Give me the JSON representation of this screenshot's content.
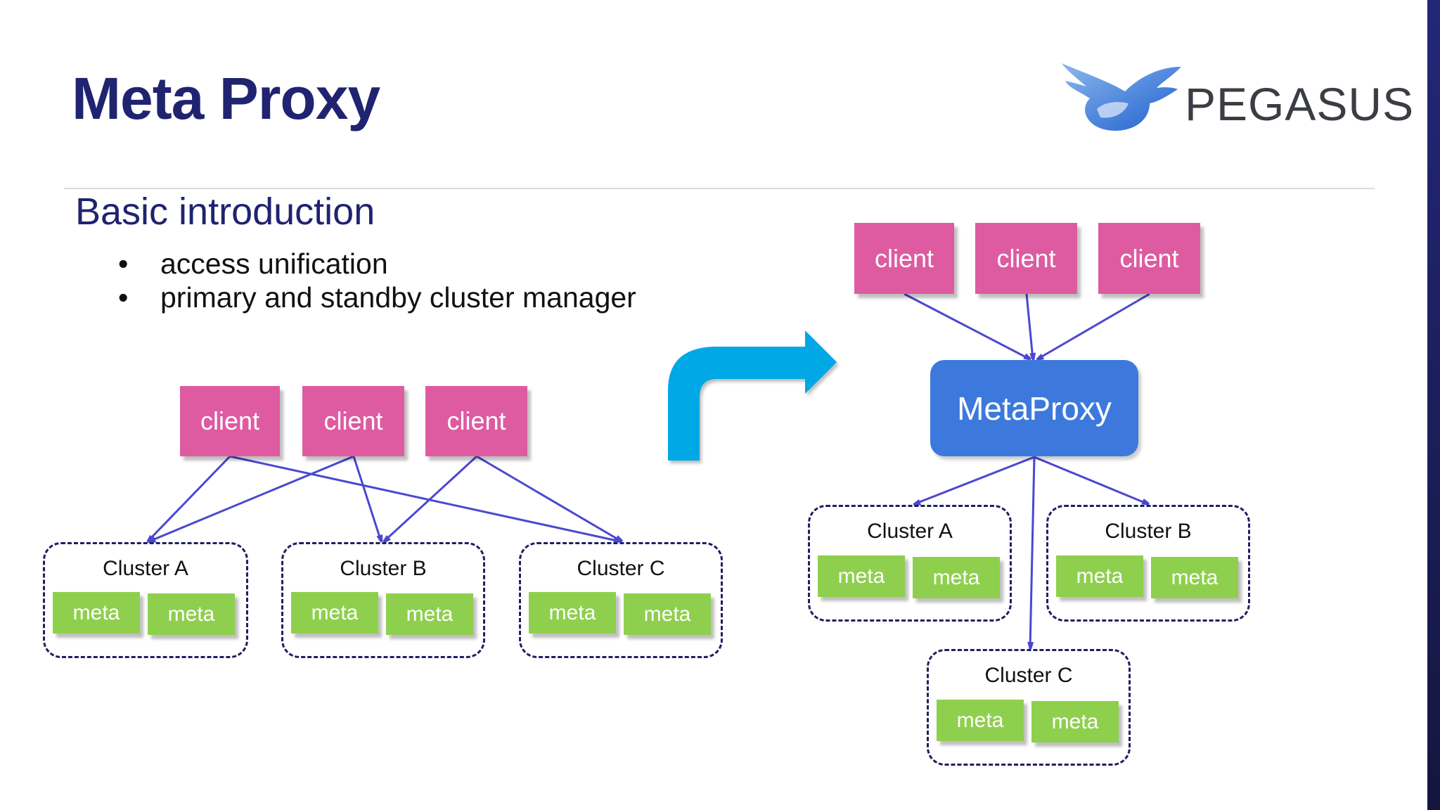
{
  "slide": {
    "title": "Meta Proxy",
    "subtitle": "Basic introduction",
    "bullets": [
      "access unification",
      "primary and standby cluster manager"
    ],
    "bullet_glyph": "•",
    "logo_text": "PEGASUS",
    "logo_icon": "pegasus-wing-icon"
  },
  "colors": {
    "title": "#1f2370",
    "client": "#de5ba2",
    "meta": "#8fcf4e",
    "metaproxy": "#3d79dc",
    "transition_arrow": "#00a8e6",
    "connector": "#4a48d0",
    "cluster_border": "#1e2060"
  },
  "before": {
    "clients": [
      "client",
      "client",
      "client"
    ],
    "clusters": [
      {
        "label": "Cluster A",
        "metas": [
          "meta",
          "meta"
        ]
      },
      {
        "label": "Cluster B",
        "metas": [
          "meta",
          "meta"
        ]
      },
      {
        "label": "Cluster C",
        "metas": [
          "meta",
          "meta"
        ]
      }
    ],
    "edges": [
      [
        0,
        0
      ],
      [
        0,
        2
      ],
      [
        1,
        0
      ],
      [
        1,
        1
      ],
      [
        2,
        1
      ],
      [
        2,
        2
      ]
    ]
  },
  "after": {
    "clients": [
      "client",
      "client",
      "client"
    ],
    "proxy": "MetaProxy",
    "clusters": [
      {
        "label": "Cluster A",
        "metas": [
          "meta",
          "meta"
        ]
      },
      {
        "label": "Cluster B",
        "metas": [
          "meta",
          "meta"
        ]
      },
      {
        "label": "Cluster C",
        "metas": [
          "meta",
          "meta"
        ]
      }
    ]
  }
}
